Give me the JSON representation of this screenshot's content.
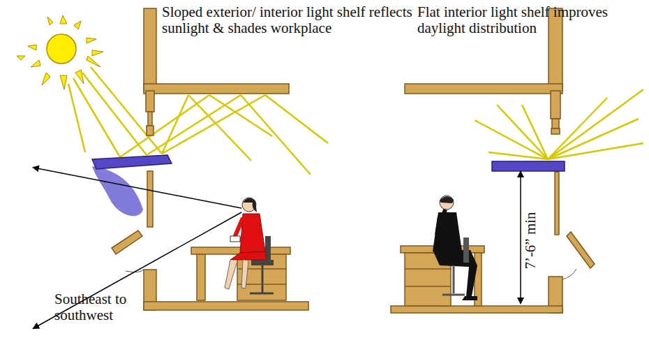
{
  "diagram": {
    "labels": [
      "Sloped exterior/ interior light shelf reflects sunlight & shades workplace",
      "Flat interior light shelf improves daylight distribution",
      "7’-6” min",
      "Southeast to southwest"
    ]
  }
}
